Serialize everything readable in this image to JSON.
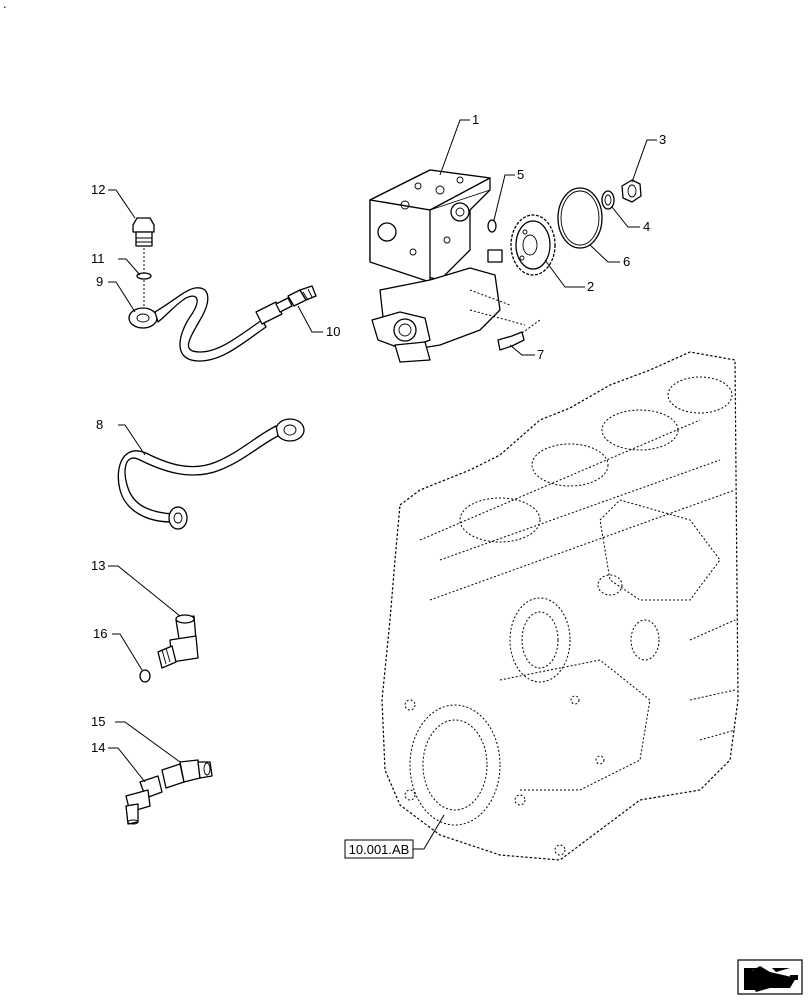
{
  "corner_mark": ".",
  "callouts": [
    "1",
    "2",
    "3",
    "4",
    "5",
    "6",
    "7",
    "8",
    "9",
    "10",
    "11",
    "12",
    "13",
    "14",
    "15",
    "16"
  ],
  "reference": "10.001.AB",
  "nav_icon": "next-page-arrow-icon"
}
